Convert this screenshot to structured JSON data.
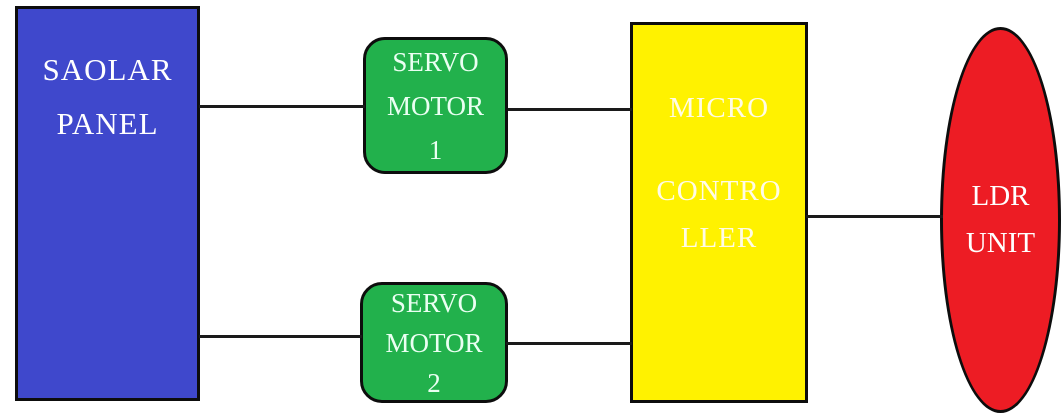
{
  "nodes": {
    "solar_panel": {
      "shape": "rectangle",
      "fill": "#3f48cc",
      "text_color": "#ffffff",
      "lines": [
        "SAOLAR",
        "PANEL"
      ]
    },
    "servo_motor_1": {
      "shape": "rounded-rectangle",
      "fill": "#22b14c",
      "text_color": "#eafff2",
      "lines": [
        "SERVO",
        "MOTOR",
        "1"
      ]
    },
    "servo_motor_2": {
      "shape": "rounded-rectangle",
      "fill": "#22b14c",
      "text_color": "#eafff2",
      "lines": [
        "SERVO",
        "MOTOR",
        "2"
      ]
    },
    "microcontroller": {
      "shape": "rectangle",
      "fill": "#fff200",
      "text_color": "#fffbe6",
      "lines": [
        "MICRO",
        "CONTRO",
        "LLER"
      ]
    },
    "ldr_unit": {
      "shape": "ellipse",
      "fill": "#ed1c24",
      "text_color": "#ffffff",
      "lines": [
        "LDR",
        "UNIT"
      ]
    }
  },
  "connections": [
    {
      "from": "solar_panel",
      "to": "servo_motor_1"
    },
    {
      "from": "servo_motor_1",
      "to": "microcontroller"
    },
    {
      "from": "solar_panel",
      "to": "servo_motor_2"
    },
    {
      "from": "servo_motor_2",
      "to": "microcontroller"
    },
    {
      "from": "microcontroller",
      "to": "ldr_unit"
    }
  ],
  "colors": {
    "background": "#ffffff",
    "connector_line": "#1a1a1a",
    "node_border": "#0d0d0d"
  }
}
